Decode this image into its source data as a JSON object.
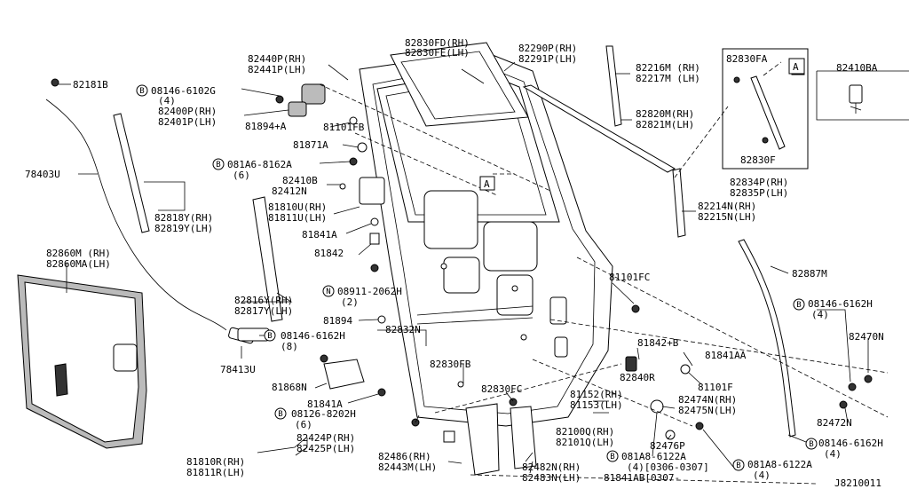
{
  "diagram_id": "J8210011",
  "callouts": {
    "p82181B": "82181B",
    "p78403U": "78403U",
    "p82440P": "82440P(RH)",
    "p82441P": "82441P(LH)",
    "p08146_6102G": "08146-6102G",
    "p08146_6102G_qty": "(4)",
    "p82400P": "82400P(RH)",
    "p82401P": "82401P(LH)",
    "p81894A": "81894+A",
    "p81101FB": "81101FB",
    "p81871A": "81871A",
    "p081A6_8162A": "081A6-8162A",
    "p081A6_8162A_qty": "(6)",
    "p82410B": "82410B",
    "p82412N": "82412N",
    "p81810U": "81810U(RH)",
    "p81811U": "81811U(LH)",
    "p81841A_top": "81841A",
    "p81842": "81842",
    "p82818Y": "82818Y(RH)",
    "p82819Y": "82819Y(LH)",
    "p82816Y": "82816Y(RH)",
    "p82817Y": "82817Y(LH)",
    "p82860M": "82860M (RH)",
    "p82860MA": "82860MA(LH)",
    "p08911_2062H": "08911-2062H",
    "p08911_2062H_qty": "(2)",
    "p81894": "81894",
    "p82832N": "82832N",
    "p08146_6162H_left": "08146-6162H",
    "p08146_6162H_left_qty": "(8)",
    "p78413U": "78413U",
    "p81868N": "81868N",
    "p81841A_bottom": "81841A",
    "p08126_8202H": "08126-8202H",
    "p08126_8202H_qty": "(6)",
    "p82424P": "82424P(RH)",
    "p82425P": "82425P(LH)",
    "p81810R": "81810R(RH)",
    "p81811R": "81811R(LH)",
    "p82486": "82486(RH)",
    "p82443M": "82443M(LH)",
    "p82830FB": "82830FB",
    "p82830FC": "82830FC",
    "p82482N": "82482N(RH)",
    "p82483N": "82483N(LH)",
    "p82830FD": "82830FD(RH)",
    "p82830FE": "82830FE(LH)",
    "p82290P": "82290P(RH)",
    "p82291P": "82291P(LH)",
    "p82216M": "82216M (RH)",
    "p82217M": "82217M (LH)",
    "p82820M": "82820M(RH)",
    "p82821M": "82821M(LH)",
    "p82830FA": "82830FA",
    "p82830F": "82830F",
    "p82834P": "82834P(RH)",
    "p82835P": "82835P(LH)",
    "p82410BA": "82410BA",
    "p82214N": "82214N(RH)",
    "p82215N": "82215N(LH)",
    "p82887M": "82887M",
    "p81101FC": "81101FC",
    "p08146_6162H_r1": "08146-6162H",
    "p08146_6162H_r1_qty": "(4)",
    "p82470N": "82470N",
    "p81842B": "81842+B",
    "p81841AA": "81841AA",
    "p82840R": "82840R",
    "p81101F": "81101F",
    "p81152": "81152(RH)",
    "p81153": "81153(LH)",
    "p82474N": "82474N(RH)",
    "p82475N": "82475N(LH)",
    "p82472N": "82472N",
    "p82100Q": "82100Q(RH)",
    "p82101Q": "82101Q(LH)",
    "p82476P": "82476P",
    "p08146_6162H_r2": "08146-6162H",
    "p08146_6162H_r2_qty": "(4)",
    "p081A8_6122A_mid": "081A8-6122A",
    "p081A8_6122A_mid_qty": "(4)[0306-0307]",
    "p81841AB": "81841AB[0307-",
    "p081A8_6122A_right": "081A8-6122A",
    "p081A8_6122A_right_qty": "(4)",
    "view_a": "A",
    "view_a_box": "A"
  }
}
